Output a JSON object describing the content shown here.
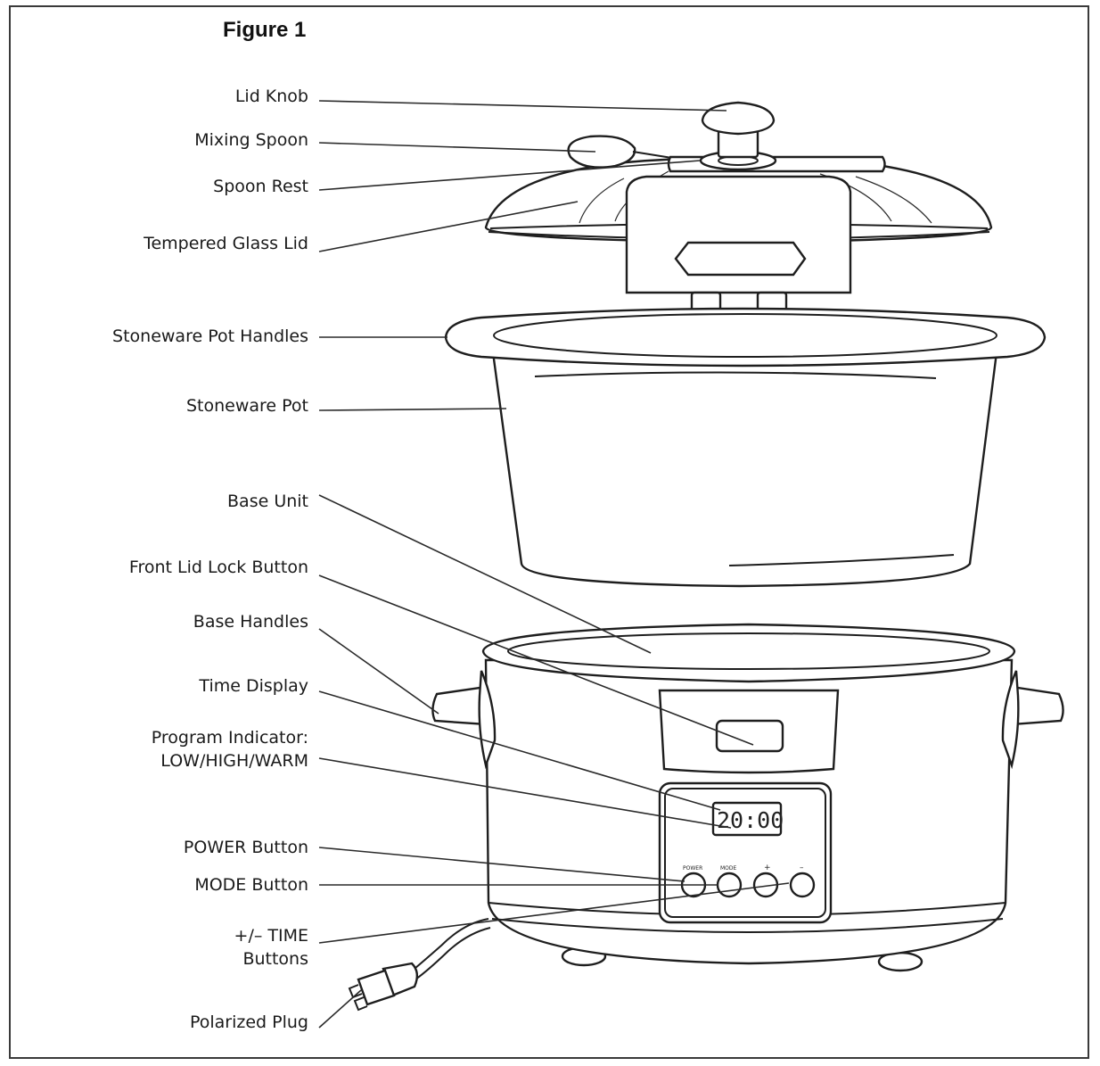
{
  "figure": {
    "title": "Figure 1"
  },
  "labels": {
    "lid_knob": "Lid Knob",
    "mixing_spoon": "Mixing Spoon",
    "spoon_rest": "Spoon Rest",
    "tempered_glass_lid": "Tempered Glass Lid",
    "stoneware_pot_handles": "Stoneware Pot Handles",
    "stoneware_pot": "Stoneware Pot",
    "base_unit": "Base Unit",
    "front_lid_lock_button": "Front Lid Lock Button",
    "base_handles": "Base Handles",
    "time_display": "Time Display",
    "program_indicator_line1": "Program Indicator:",
    "program_indicator_line2": "LOW/HIGH/WARM",
    "power_button": "POWER Button",
    "mode_button": "MODE Button",
    "time_buttons_line1": "+/– TIME",
    "time_buttons_line2": "Buttons",
    "polarized_plug": "Polarized Plug"
  },
  "control_panel": {
    "display_time": "20:00",
    "button_labels": {
      "power": "POWER",
      "mode": "MODE",
      "plus": "+",
      "minus": "–"
    }
  }
}
